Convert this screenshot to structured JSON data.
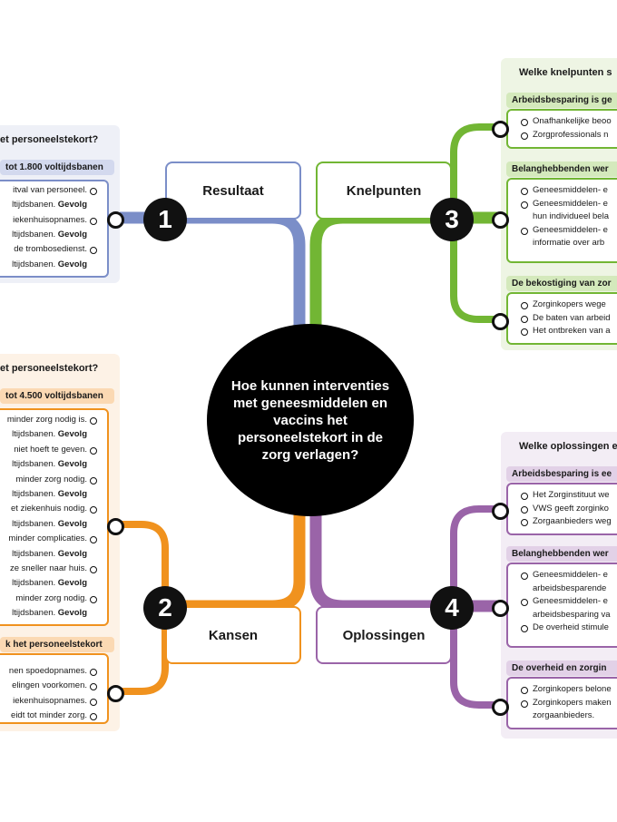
{
  "center": {
    "question": "Hoe kunnen interventies met geneesmiddelen en vaccins het personeelstekort in de zorg verlagen?"
  },
  "branches": {
    "resultaat": {
      "number": "1",
      "label": "Resultaat"
    },
    "knelpunten": {
      "number": "3",
      "label": "Knelpunten"
    },
    "kansen": {
      "number": "2",
      "label": "Kansen"
    },
    "oplossingen": {
      "number": "4",
      "label": "Oplossingen"
    }
  },
  "colors": {
    "blue": "#7b8ec8",
    "green": "#72b634",
    "orange": "#f0921e",
    "purple": "#9a64a8"
  },
  "resultaat_panel": {
    "title": "et personeelstekort?",
    "bar": "tot 1.800 voltijdsbanen",
    "lines": [
      {
        "text": "itval van personeel.",
        "bold": ""
      },
      {
        "text": "ltijdsbanen.",
        "bold": "Gevolg"
      },
      {
        "text": "iekenhuisopnames.",
        "bold": ""
      },
      {
        "text": "ltijdsbanen.",
        "bold": "Gevolg"
      },
      {
        "text": "de trombosedienst.",
        "bold": ""
      },
      {
        "text": "ltijdsbanen.",
        "bold": "Gevolg"
      }
    ]
  },
  "kansen_panel": {
    "title": "et personeelstekort?",
    "bar": "tot 4.500 voltijdsbanen",
    "lines": [
      {
        "text": "minder zorg nodig is.",
        "bold": ""
      },
      {
        "text": "ltijdsbanen.",
        "bold": "Gevolg"
      },
      {
        "text": "niet hoeft te geven.",
        "bold": ""
      },
      {
        "text": "ltijdsbanen.",
        "bold": "Gevolg"
      },
      {
        "text": "minder zorg nodig.",
        "bold": ""
      },
      {
        "text": "ltijdsbanen.",
        "bold": "Gevolg"
      },
      {
        "text": "et ziekenhuis nodig.",
        "bold": ""
      },
      {
        "text": "ltijdsbanen.",
        "bold": "Gevolg"
      },
      {
        "text": "minder complicaties.",
        "bold": ""
      },
      {
        "text": "ltijdsbanen.",
        "bold": "Gevolg"
      },
      {
        "text": "ze sneller naar huis.",
        "bold": ""
      },
      {
        "text": "ltijdsbanen.",
        "bold": "Gevolg"
      },
      {
        "text": "minder zorg nodig.",
        "bold": ""
      },
      {
        "text": "ltijdsbanen.",
        "bold": "Gevolg"
      }
    ],
    "bar2": "k het personeelstekort",
    "lines2": [
      {
        "text": "nen spoedopnames."
      },
      {
        "text": "elingen voorkomen."
      },
      {
        "text": "iekenhuisopnames."
      },
      {
        "text": "eidt tot minder zorg."
      }
    ]
  },
  "knelpunten_panel": {
    "title": "Welke knelpunten s",
    "groups": [
      {
        "bar": "Arbeidsbesparing is ge",
        "lines": [
          "Onafhankelijke beoo",
          "Zorgprofessionals n"
        ]
      },
      {
        "bar": "Belanghebbenden wer",
        "lines": [
          "Geneesmiddelen- e",
          "Geneesmiddelen- e",
          "hun individueel bela",
          "Geneesmiddelen- e",
          "informatie over arb"
        ]
      },
      {
        "bar": "De bekostiging van zor",
        "lines": [
          "Zorginkopers wege",
          "De baten van arbeid",
          "Het ontbreken van a"
        ]
      }
    ]
  },
  "oplossingen_panel": {
    "title": "Welke oplossingen e",
    "groups": [
      {
        "bar": "Arbeidsbesparing is ee",
        "lines": [
          "Het Zorginstituut we",
          "VWS geeft zorginko",
          "Zorgaanbieders weg"
        ]
      },
      {
        "bar": "Belanghebbenden wer",
        "lines": [
          "Geneesmiddelen- e",
          "arbeidsbesparende",
          "Geneesmiddelen- e",
          "arbeidsbesparing va",
          "De overheid stimule"
        ]
      },
      {
        "bar": "De overheid en zorgin",
        "lines": [
          "Zorginkopers belone",
          "Zorginkopers maken",
          "zorgaanbieders."
        ]
      }
    ]
  }
}
